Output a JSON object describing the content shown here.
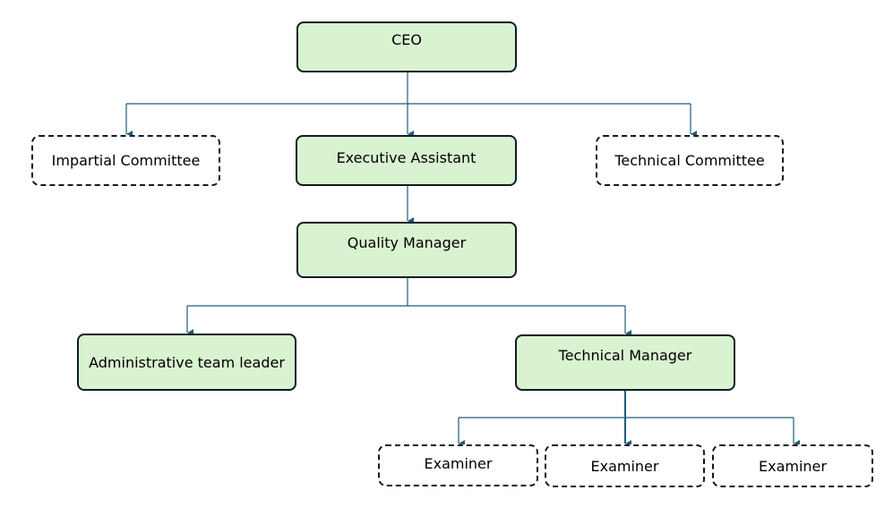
{
  "org_chart": {
    "nodes": {
      "ceo": "CEO",
      "impartial_committee": "Impartial Committee",
      "executive_assistant": "Executive Assistant",
      "technical_committee": "Technical Committee",
      "quality_manager": "Quality Manager",
      "administrative_team_leader": "Administrative team leader",
      "technical_manager": "Technical Manager",
      "examiners": [
        "Examiner",
        "Examiner",
        "Examiner"
      ]
    },
    "reports_to": {
      "executive_assistant": "ceo",
      "impartial_committee": "ceo",
      "technical_committee": "ceo",
      "quality_manager": "executive_assistant",
      "administrative_team_leader": "quality_manager",
      "technical_manager": "quality_manager",
      "examiners": "technical_manager"
    },
    "colors": {
      "box_fill": "#d9f2d0",
      "box_border": "#0e1b24",
      "connector": "#1f5c7a"
    }
  }
}
